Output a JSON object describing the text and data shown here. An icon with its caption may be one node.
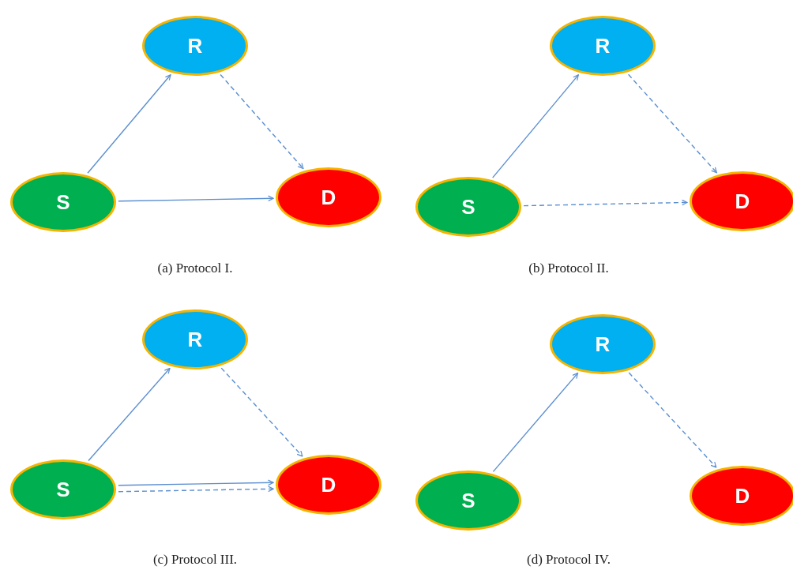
{
  "diagram": {
    "nodes": [
      {
        "text": [
          "R"
        ]
      },
      {
        "text": [
          "S"
        ]
      },
      {
        "text": [
          "D"
        ]
      },
      {
        "text": [
          "R"
        ]
      },
      {
        "text": [
          "S"
        ]
      },
      {
        "text": [
          "D"
        ]
      },
      {
        "text": [
          "R"
        ]
      },
      {
        "text": [
          "S"
        ]
      },
      {
        "text": [
          "D"
        ]
      },
      {
        "text": [
          "R"
        ]
      },
      {
        "text": [
          "S"
        ]
      },
      {
        "text": [
          "D"
        ]
      }
    ],
    "edges": [
      {
        "from": 1,
        "to": 0,
        "arrow": "to"
      },
      {
        "from": 0,
        "to": 2,
        "arrow": "to",
        "style": "dashed"
      },
      {
        "from": 1,
        "to": 2,
        "arrow": "to"
      },
      {
        "from": 4,
        "to": 3,
        "arrow": "to"
      },
      {
        "from": 3,
        "to": 5,
        "arrow": "to",
        "style": "dashed"
      },
      {
        "from": 4,
        "to": 5,
        "arrow": "to",
        "style": "dashed"
      },
      {
        "from": 7,
        "to": 6,
        "arrow": "to"
      },
      {
        "from": 6,
        "to": 8,
        "arrow": "to",
        "style": "dashed"
      },
      {
        "from": 7,
        "to": 8,
        "arrow": "to"
      },
      {
        "from": 7,
        "to": 8,
        "arrow": "to",
        "style": "dashed"
      },
      {
        "from": 10,
        "to": 9,
        "arrow": "to"
      },
      {
        "from": 9,
        "to": 11,
        "arrow": "to",
        "style": "dashed"
      }
    ],
    "labels": [
      "(a) Protocol I.",
      "(b) Protocol II.",
      "(c) Protocol III.",
      "(d) Protocol IV."
    ]
  }
}
